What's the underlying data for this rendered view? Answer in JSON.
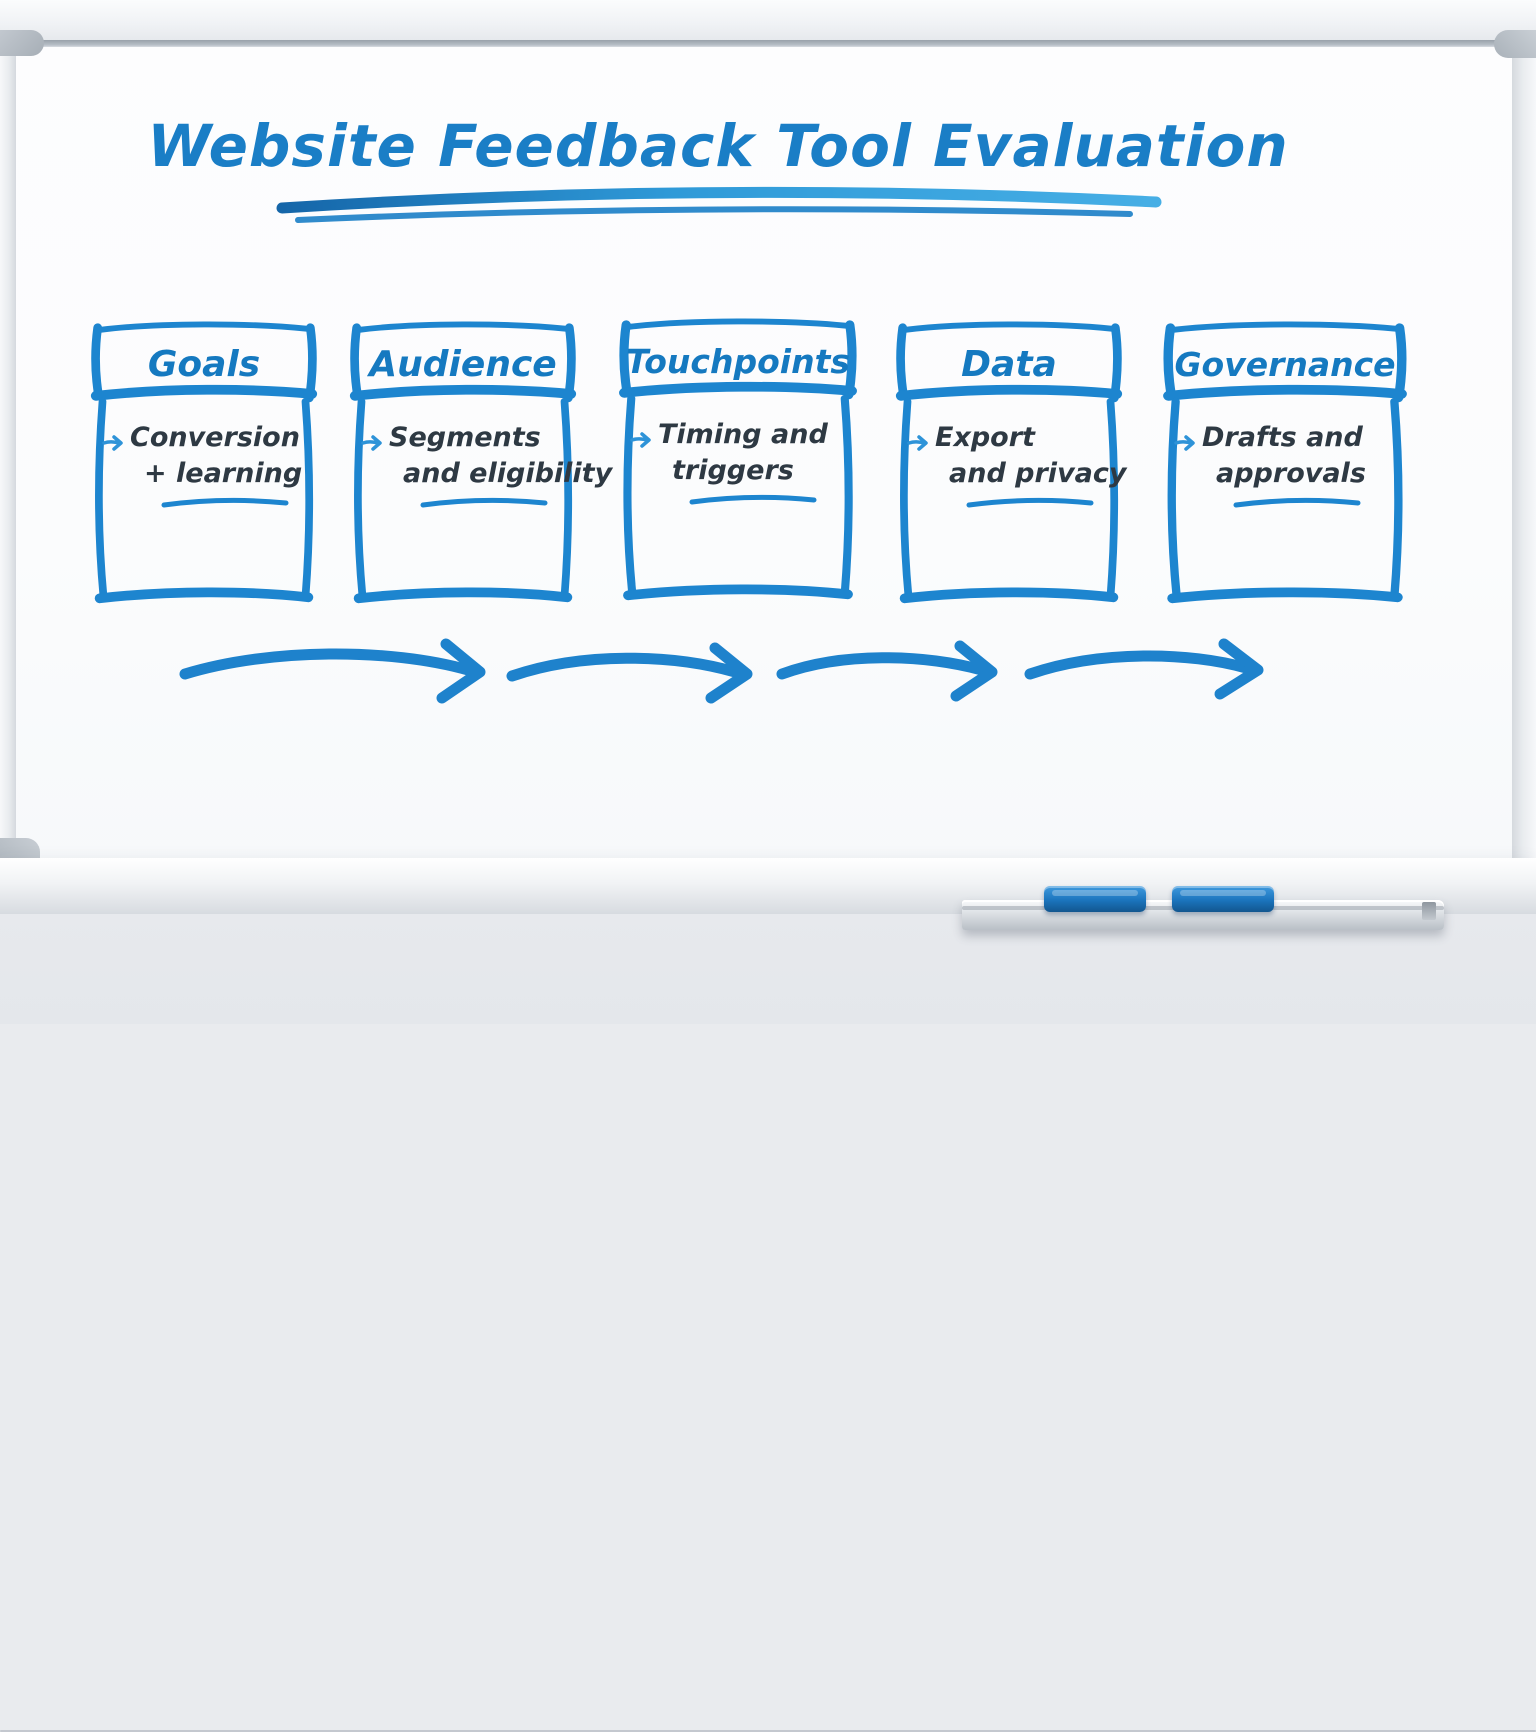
{
  "whiteboard": {
    "title": "Website Feedback Tool Evaluation",
    "columns": [
      {
        "title": "Goals",
        "lines": [
          "Conversion",
          "+ learning"
        ],
        "underlined": "learning"
      },
      {
        "title": "Audience",
        "lines": [
          "Segments",
          "and eligibility"
        ],
        "underlined": "eligibility"
      },
      {
        "title": "Touchpoints",
        "lines": [
          "Timing and",
          "triggers"
        ],
        "underlined": "triggers"
      },
      {
        "title": "Data",
        "lines": [
          "Export",
          "and privacy"
        ],
        "underlined": "privacy"
      },
      {
        "title": "Governance",
        "lines": [
          "Drafts and",
          "approvals"
        ],
        "underlined": "approvals"
      }
    ],
    "flow_arrow_count": 4,
    "tray": {
      "marker_count": 2,
      "marker_color": "#1b74bd"
    },
    "colors": {
      "marker_blue": "#1d85cf",
      "title_blue": "#1a7ec6",
      "ink_dark": "#2e3943",
      "frame_gray": "#aab2ba"
    }
  }
}
